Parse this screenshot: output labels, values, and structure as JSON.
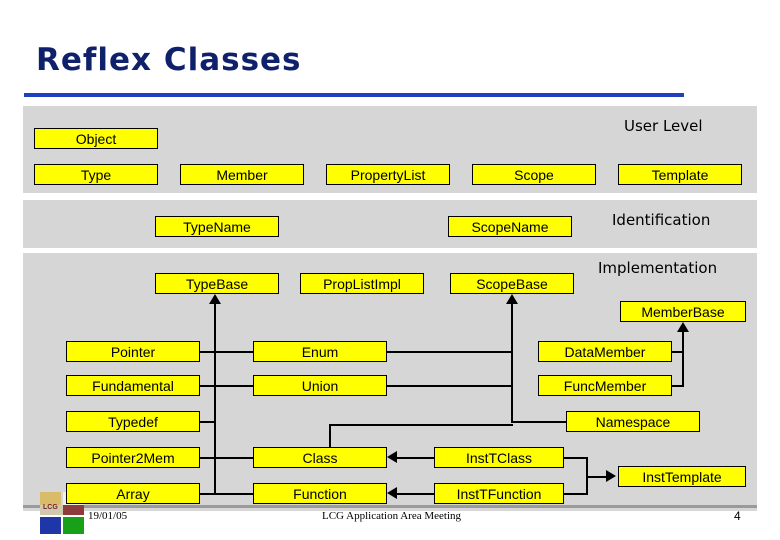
{
  "slide": {
    "title": "Reflex Classes",
    "accent_color": "#1f3fbe",
    "band_color": "#d6d6d6",
    "box_fill": "#ffff00",
    "box_border": "#000000"
  },
  "captions": {
    "user_level": "User Level",
    "identification": "Identification",
    "implementation": "Implementation"
  },
  "user_level": {
    "object": "Object",
    "row": [
      "Type",
      "Member",
      "PropertyList",
      "Scope",
      "Template"
    ]
  },
  "identification": {
    "type_name": "TypeName",
    "scope_name": "ScopeName"
  },
  "implementation": {
    "bases": [
      "TypeBase",
      "PropListImpl",
      "ScopeBase"
    ],
    "member_base": "MemberBase",
    "col_type": [
      "Pointer",
      "Fundamental",
      "Typedef",
      "Pointer2Mem",
      "Array"
    ],
    "col_middle": [
      "Enum",
      "Union",
      "Class",
      "Function"
    ],
    "col_right": [
      "DataMember",
      "FuncMember",
      "Namespace"
    ],
    "col_inst": [
      "InstTClass",
      "InstTFunction"
    ],
    "inst_template": "InstTemplate"
  },
  "footer": {
    "date": "19/01/05",
    "center": "LCG Application Area Meeting",
    "page": "4",
    "logo_text": "LCG"
  }
}
